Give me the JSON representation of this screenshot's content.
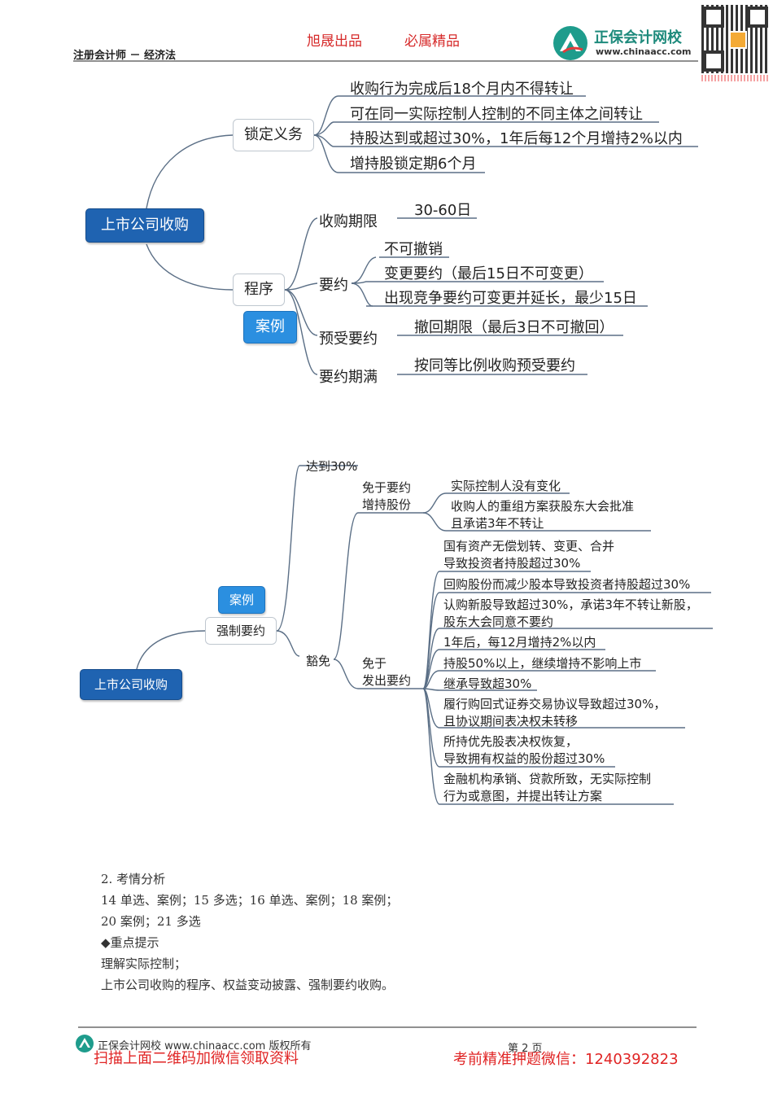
{
  "header": {
    "tag1": "旭晟出品",
    "tag2": "必属精品",
    "subject": "注册会计师 － 经济法",
    "logo_name": "正保会计网校",
    "logo_url": "www.chinaacc.com",
    "qr_caption": "QR-code"
  },
  "map1": {
    "root": "上市公司收购",
    "lock": {
      "label": "锁定义务",
      "items": [
        "收购行为完成后18个月内不得转让",
        "可在同一实际控制人控制的不同主体之间转让",
        "持股达到或超过30%，1年后每12个月增持2%以内",
        "增持股锁定期6个月"
      ]
    },
    "procedure": {
      "label": "程序",
      "case_badge": "案例",
      "period": {
        "label": "收购期限",
        "value": "30-60日"
      },
      "offer": {
        "label": "要约",
        "items": [
          "不可撤销",
          "变更要约（最后15日不可变更）",
          "出现竞争要约可变更并延长，最少15日"
        ]
      },
      "preaccept": {
        "label": "预受要约",
        "value": "撤回期限（最后3日不可撤回）"
      },
      "expire": {
        "label": "要约期满",
        "value": "按同等比例收购预受要约"
      }
    }
  },
  "map2": {
    "root": "上市公司收购",
    "mandatory": "强制要约",
    "case_badge": "案例",
    "reach": "达到30%",
    "exempt": "豁免",
    "exempt_increase": {
      "label_line1": "免于要约",
      "label_line2": "增持股份",
      "items": [
        [
          "实际控制人没有变化"
        ],
        [
          "收购人的重组方案获股东大会批准",
          "且承诺3年不转让"
        ]
      ]
    },
    "exempt_issue": {
      "label_line1": "免于",
      "label_line2": "发出要约",
      "items": [
        [
          "国有资产无偿划转、变更、合并",
          "导致投资者持股超过30%"
        ],
        [
          "回购股份而减少股本导致投资者持股超过30%"
        ],
        [
          "认购新股导致超过30%，承诺3年不转让新股，",
          "股东大会同意不要约"
        ],
        [
          "1年后，每12月增持2%以内"
        ],
        [
          "持股50%以上，继续增持不影响上市"
        ],
        [
          "继承导致超30%"
        ],
        [
          "履行购回式证券交易协议导致超过30%，",
          "且协议期间表决权未转移"
        ],
        [
          "所持优先股表决权恢复，",
          "导致拥有权益的股份超过30%"
        ],
        [
          "金融机构承销、贷款所致，无实际控制",
          "行为或意图，并提出转让方案"
        ]
      ]
    }
  },
  "analysis": {
    "title": "2. 考情分析",
    "line1": "14 单选、案例；15 多选；16 单选、案例；18 案例；",
    "line2": "20 案例；21 多选",
    "key_title": "◆重点提示",
    "key1": "理解实际控制；",
    "key2": "上市公司收购的程序、权益变动披露、强制要约收购。"
  },
  "footer": {
    "copyright": "正保会计网校 www.chinaacc.com 版权所有",
    "page": "第 2 页",
    "promo_left": "扫描上面二维码加微信领取资料",
    "promo_right": "考前精准押题微信：1240392823"
  }
}
